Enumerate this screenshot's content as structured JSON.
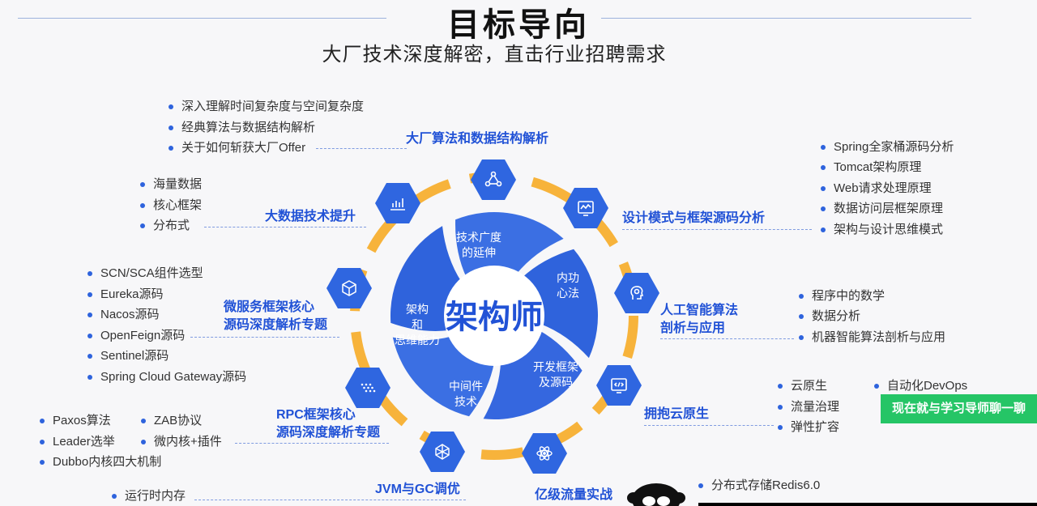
{
  "header": {
    "title": "目标导向",
    "subtitle": "大厂技术深度解密，直击行业招聘需求"
  },
  "center": {
    "title": "架构师",
    "segments": [
      {
        "lines": [
          "技术广度",
          "的延伸"
        ]
      },
      {
        "lines": [
          "内功",
          "心法"
        ]
      },
      {
        "lines": [
          "开发框架",
          "及源码"
        ]
      },
      {
        "lines": [
          "中间件",
          "技术"
        ]
      },
      {
        "lines": [
          "架构",
          "和",
          "思维能力"
        ]
      }
    ]
  },
  "colors": {
    "accent": "#2152d6",
    "ring": "#f7b33b",
    "hex": "#2f66e0",
    "cta": "#25c566"
  },
  "modules": [
    {
      "label_lines": [
        "大厂算法和数据结构解析"
      ],
      "icon": "network-icon",
      "bullets": [
        "深入理解时间复杂度与空间复杂度",
        "经典算法与数据结构解析",
        "关于如何斩获大厂Offer"
      ]
    },
    {
      "label_lines": [
        "设计模式与框架源码分析"
      ],
      "icon": "monitor-chart-icon",
      "bullets": [
        "Spring全家桶源码分析",
        "Tomcat架构原理",
        "Web请求处理原理",
        "数据访问层框架原理",
        "架构与设计思维模式"
      ]
    },
    {
      "label_lines": [
        "人工智能算法",
        "剖析与应用"
      ],
      "icon": "ai-head-icon",
      "bullets": [
        "程序中的数学",
        "数据分析",
        "机器智能算法剖析与应用"
      ]
    },
    {
      "label_lines": [
        "拥抱云原生"
      ],
      "icon": "code-window-icon",
      "bullets": [
        "云原生",
        "流量治理",
        "弹性扩容",
        "自动化DevOps"
      ]
    },
    {
      "label_lines": [
        "亿级流量实战"
      ],
      "icon": "atom-icon",
      "bullets": [
        "分布式存储Redis6.0"
      ]
    },
    {
      "label_lines": [
        "JVM与GC调优"
      ],
      "icon": "polyhedron-icon",
      "bullets": [
        "运行时内存"
      ]
    },
    {
      "label_lines": [
        "RPC框架核心",
        "源码深度解析专题"
      ],
      "icon": "dots-grid-icon",
      "bullets": [
        "Paxos算法",
        "Leader选举",
        "Dubbo内核四大机制",
        "ZAB协议",
        "微内核+插件"
      ]
    },
    {
      "label_lines": [
        "微服务框架核心",
        "源码深度解析专题"
      ],
      "icon": "cube-icon",
      "bullets": [
        "SCN/SCA组件选型",
        "Eureka源码",
        "Nacos源码",
        "OpenFeign源码",
        "Sentinel源码",
        "Spring Cloud Gateway源码"
      ]
    },
    {
      "label_lines": [
        "大数据技术提升"
      ],
      "icon": "bar-chart-icon",
      "bullets": [
        "海量数据",
        "核心框架",
        "分布式"
      ]
    }
  ],
  "cta": {
    "label": "现在就与学习导师聊一聊"
  }
}
